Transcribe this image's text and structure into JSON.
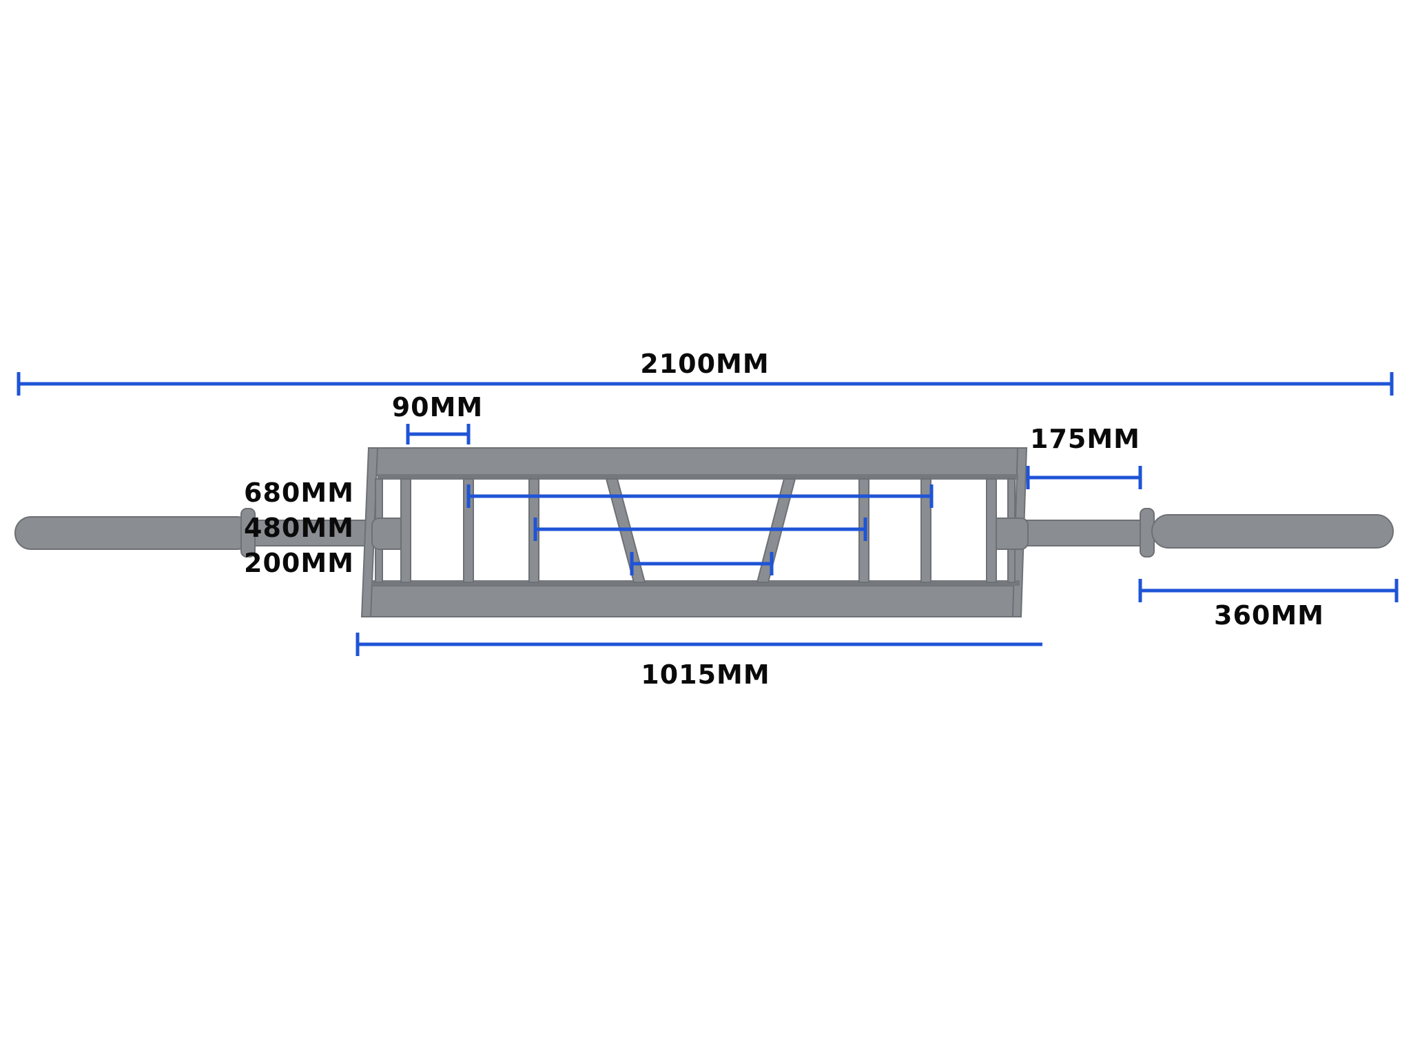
{
  "diagram": {
    "colors": {
      "dimension_line": "#1f54d6",
      "label_text": "#0a0a0a",
      "steel": "#8a8d91",
      "background": "#ffffff"
    },
    "dimensions": {
      "overall_length": "2100MM",
      "grip_spacing": "90MM",
      "collar_to_frame": "175MM",
      "wide_grip": "680MM",
      "mid_grip": "480MM",
      "narrow_grip": "200MM",
      "frame_length": "1015MM",
      "sleeve_length": "360MM"
    }
  }
}
